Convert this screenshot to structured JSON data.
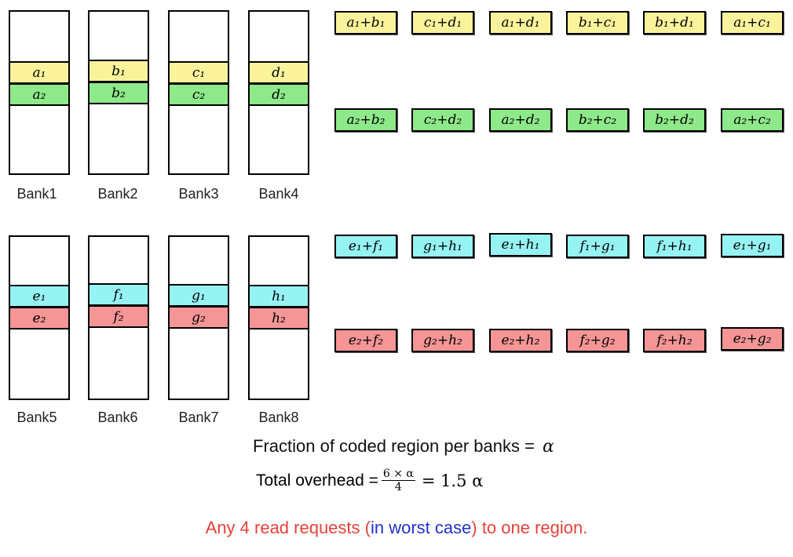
{
  "banks_top": [
    {
      "label": "Bank1",
      "cells": [
        "a₁",
        "a₂"
      ]
    },
    {
      "label": "Bank2",
      "cells": [
        "b₁",
        "b₂"
      ]
    },
    {
      "label": "Bank3",
      "cells": [
        "c₁",
        "c₂"
      ]
    },
    {
      "label": "Bank4",
      "cells": [
        "d₁",
        "d₂"
      ]
    }
  ],
  "banks_bottom": [
    {
      "label": "Bank5",
      "cells": [
        "e₁",
        "e₂"
      ]
    },
    {
      "label": "Bank6",
      "cells": [
        "f₁",
        "f₂"
      ]
    },
    {
      "label": "Bank7",
      "cells": [
        "g₁",
        "g₂"
      ]
    },
    {
      "label": "Bank8",
      "cells": [
        "h₁",
        "h₂"
      ]
    }
  ],
  "codes": {
    "row1": [
      "a₁+b₁",
      "c₁+d₁",
      "a₁+d₁",
      "b₁+c₁",
      "b₁+d₁",
      "a₁+c₁"
    ],
    "row2": [
      "a₂+b₂",
      "c₂+d₂",
      "a₂+d₂",
      "b₂+c₂",
      "b₂+d₂",
      "a₂+c₂"
    ],
    "row3": [
      "e₁+f₁",
      "g₁+h₁",
      "e₁+h₁",
      "f₁+g₁",
      "f₁+h₁",
      "e₁+g₁"
    ],
    "row4": [
      "e₂+f₂",
      "g₂+h₂",
      "e₂+h₂",
      "f₂+g₂",
      "f₂+h₂",
      "e₂+g₂"
    ]
  },
  "colors": {
    "row1": "#fbf39b",
    "row2": "#8ee98a",
    "row3": "#96f3f4",
    "row4": "#f59595",
    "bottom_red": "#e8413a",
    "bottom_blue": "#2233cc"
  },
  "text": {
    "fraction_label": "Fraction of coded region per banks =",
    "fraction_symbol": "α",
    "overhead_label": "Total overhead =",
    "overhead_num": "6 × α",
    "overhead_den": "4",
    "overhead_result": "= 1.5 α",
    "bottom_part1": "Any 4 read requests (",
    "bottom_part2": "in worst case",
    "bottom_part3": ") to one region."
  }
}
